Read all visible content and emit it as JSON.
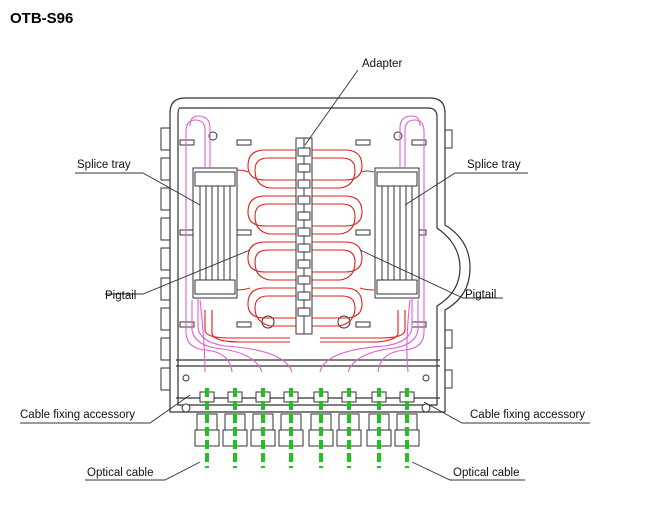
{
  "title": "OTB-S96",
  "labels": {
    "adapter": "Adapter",
    "splice_tray_left": "Splice tray",
    "splice_tray_right": "Splice tray",
    "pigtail_left": "Pigtail",
    "pigtail_right": "Pigtail",
    "cable_fixing_left": "Cable fixing accessory",
    "cable_fixing_right": "Cable fixing accessory",
    "optical_cable_left": "Optical cable",
    "optical_cable_right": "Optical cable"
  },
  "colors": {
    "outline": "#333333",
    "pigtail": "#e0201a",
    "fiber": "#e060d0",
    "cable": "#22c022"
  }
}
